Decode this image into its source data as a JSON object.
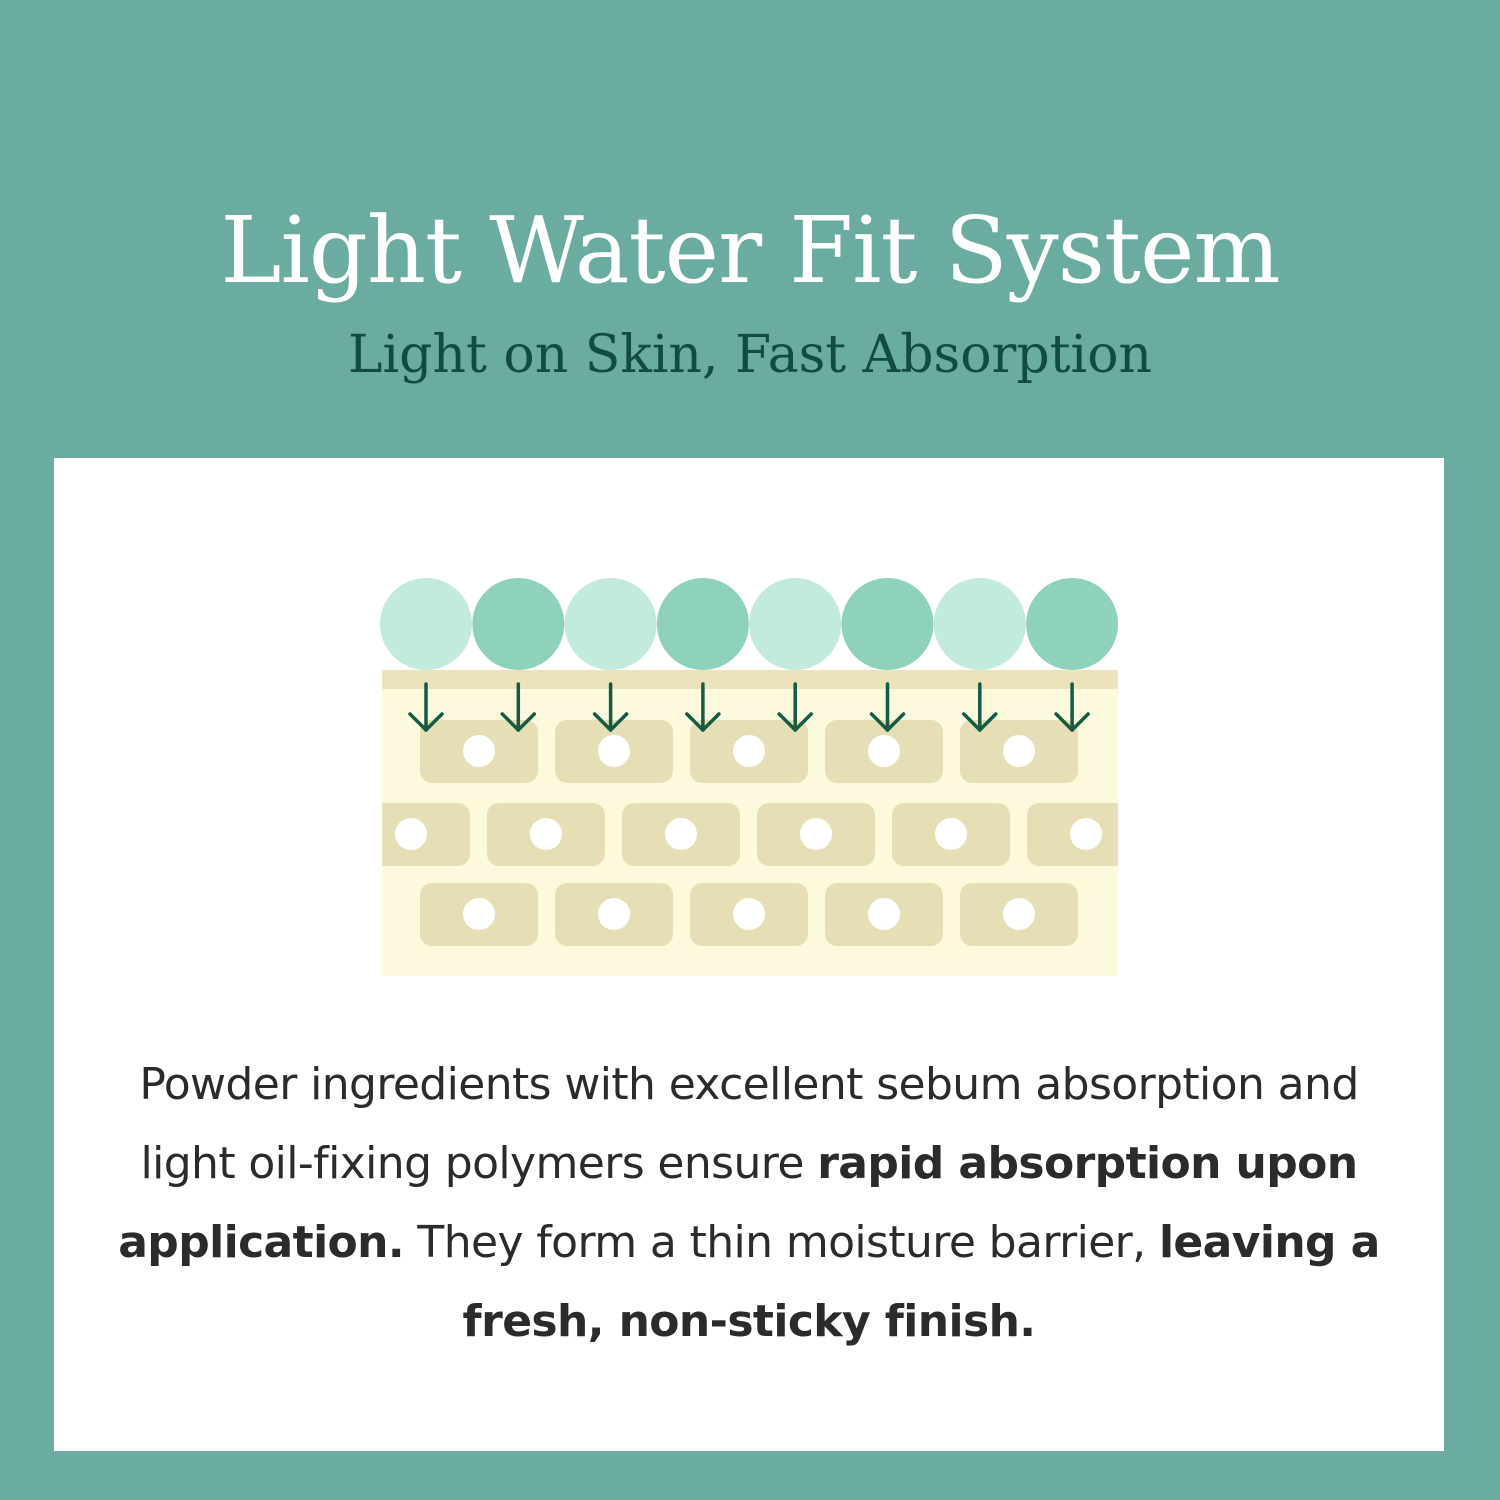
{
  "header": {
    "title": "Light Water Fit System",
    "subtitle": "Light on Skin, Fast Absorption"
  },
  "diagram": {
    "particle_colors": [
      "#c2eadd",
      "#8fd2bc"
    ],
    "particle_count": 8,
    "cell_rows": [
      5,
      6,
      5
    ],
    "colors": {
      "skin_base": "#fdf9dd",
      "skin_surface": "#ece3bb",
      "cell": "#e6dfb5",
      "nucleus": "#ffffff",
      "arrow": "#145a45"
    },
    "arrow-icon": "arrow-down-icon"
  },
  "description": {
    "part1": "Powder ingredients with excellent sebum absorption and light oil-fixing polymers ensure ",
    "bold1": "rapid absorption upon application.",
    "part2": " They form a thin moisture barrier, ",
    "bold2": "leaving a fresh, non-sticky finish."
  }
}
